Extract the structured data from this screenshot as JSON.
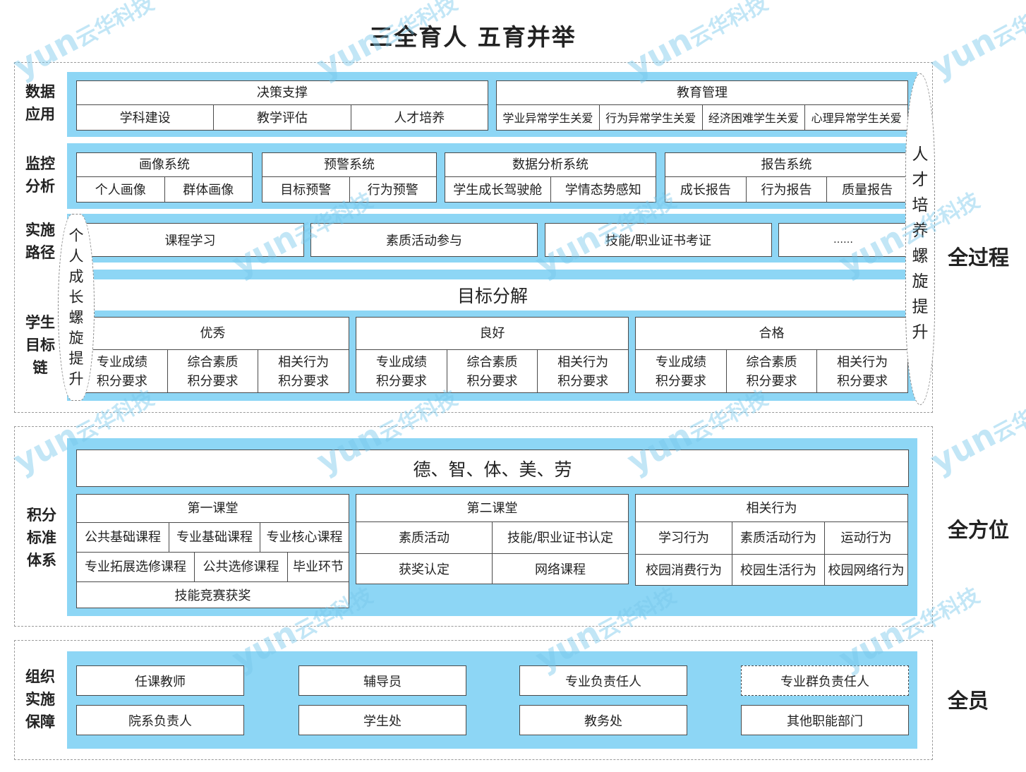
{
  "title": "三全育人  五育并举",
  "rows": {
    "data_app": "数据\n应用",
    "monitor": "监控\n分析",
    "path": "实施\n路径",
    "goal": "学生\n目标\n链",
    "points": "积分\n标准\n体系",
    "org": "组织\n实施\n保障"
  },
  "right_labels": {
    "process": "全过程",
    "direction": "全方位",
    "staff": "全员"
  },
  "oval_left": [
    "个",
    "人",
    "成",
    "长",
    "螺",
    "旋",
    "提",
    "升"
  ],
  "oval_right": [
    "人",
    "才",
    "培",
    "养",
    "螺",
    "旋",
    "提",
    "升"
  ],
  "decision": {
    "title": "决策支撑",
    "items": [
      "学科建设",
      "教学评估",
      "人才培养"
    ]
  },
  "edu_mgmt": {
    "title": "教育管理",
    "items": [
      "学业异常学生关爱",
      "行为异常学生关爱",
      "经济困难学生关爱",
      "心理异常学生关爱"
    ]
  },
  "systems": [
    {
      "title": "画像系统",
      "items": [
        "个人画像",
        "群体画像"
      ]
    },
    {
      "title": "预警系统",
      "items": [
        "目标预警",
        "行为预警"
      ]
    },
    {
      "title": "数据分析系统",
      "items": [
        "学生成长驾驶舱",
        "学情态势感知"
      ]
    },
    {
      "title": "报告系统",
      "items": [
        "成长报告",
        "行为报告",
        "质量报告"
      ]
    }
  ],
  "paths": [
    "课程学习",
    "素质活动参与",
    "技能/职业证书考证",
    "……"
  ],
  "goal_title": "目标分解",
  "levels": [
    {
      "title": "优秀",
      "items": [
        "专业成绩\n积分要求",
        "综合素质\n积分要求",
        "相关行为\n积分要求"
      ]
    },
    {
      "title": "良好",
      "items": [
        "专业成绩\n积分要求",
        "综合素质\n积分要求",
        "相关行为\n积分要求"
      ]
    },
    {
      "title": "合格",
      "items": [
        "专业成绩\n积分要求",
        "综合素质\n积分要求",
        "相关行为\n积分要求"
      ]
    }
  ],
  "five": "德、智、体、美、劳",
  "first_class": {
    "title": "第一课堂",
    "row1": [
      "公共基础课程",
      "专业基础课程",
      "专业核心课程"
    ],
    "row2": [
      "专业拓展选修课程",
      "公共选修课程",
      "毕业环节"
    ],
    "row3": "技能竞赛获奖"
  },
  "second_class": {
    "title": "第二课堂",
    "row1": [
      "素质活动",
      "技能/职业证书认定"
    ],
    "row2": [
      "获奖认定",
      "网络课程"
    ]
  },
  "behavior": {
    "title": "相关行为",
    "row1": [
      "学习行为",
      "素质活动行为",
      "运动行为"
    ],
    "row2": [
      "校园消费行为",
      "校园生活行为",
      "校园网络行为"
    ]
  },
  "staff_row1": [
    "任课教师",
    "辅导员",
    "专业负责任人",
    "专业群负责任人"
  ],
  "staff_row2": [
    "院系负责人",
    "学生处",
    "教务处",
    "其他职能部门"
  ],
  "watermark": "云华科技",
  "colors": {
    "band": "#8dd6f5",
    "border": "#4a4a4a",
    "dashed": "#9a9a9a"
  }
}
